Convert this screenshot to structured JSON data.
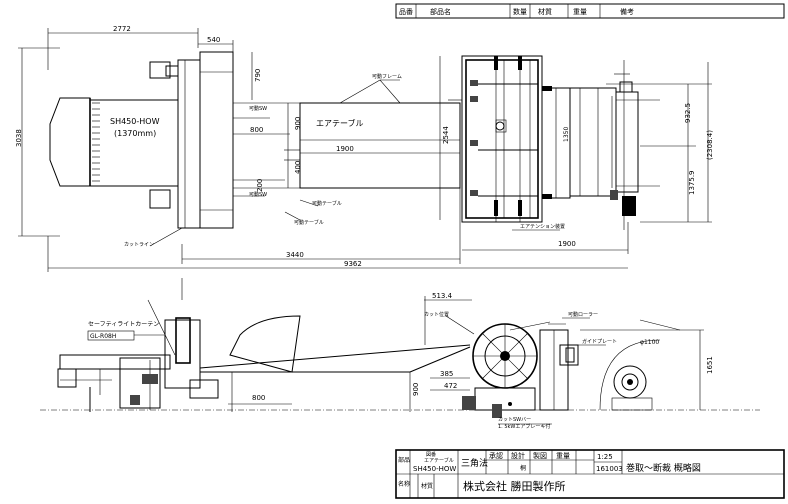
{
  "parts_header": {
    "code": "品番",
    "name": "部品名",
    "qty": "数量",
    "material": "材質",
    "weight": "重量",
    "remarks": "備考"
  },
  "top_view": {
    "dim_2772": "2772",
    "dim_540": "540",
    "dim_790": "790",
    "dim_800": "800",
    "dim_900": "900",
    "dim_400": "400",
    "dim_1900a": "1900",
    "dim_200": "200",
    "dim_3038": "3038",
    "dim_2544": "2544",
    "dim_1350": "1350",
    "dim_1900b": "1900",
    "dim_932_5": "932.5",
    "dim_2308": "(2308.4)",
    "dim_1375_9": "1375.9",
    "dim_3440": "3440",
    "dim_9362": "9362",
    "machine_name": "SH450-HOW",
    "machine_width": "(1370mm)",
    "air_table": "エアテーブル",
    "label_sw1": "可動SW",
    "label_sw2": "可動SW",
    "label_table1": "可動テーブル",
    "label_table2": "可動テーブル",
    "label_cut_line": "カットライン",
    "label_tension": "エアテンション装置",
    "label_frame": "可動フレーム"
  },
  "side_view": {
    "dim_513_4": "513.4",
    "dim_385": "385",
    "dim_472": "472",
    "dim_800": "800",
    "dim_900": "900",
    "dim_1651": "1651",
    "dim_1100": "φ1100",
    "curtain_label": "セーフティライトカーテン",
    "curtain_model": "GL-R08H",
    "label_cut_pos": "カット位置",
    "label_roller": "可動ローラー",
    "label_guide": "ガイドプレート",
    "label_cut_bar": "カットSWバー",
    "label_switch": "1. 5kWエアブレーキ付"
  },
  "title_block": {
    "drawing_label": "図番",
    "part_label": "部品",
    "name_label": "名称",
    "name_small": "エアテーブル",
    "name_main": "SH450-HOW",
    "projection": "三角法",
    "approved": "承認",
    "checked": "設計",
    "drawn": "製図",
    "weight_label": "重量",
    "scale": "1:25",
    "drawing_no": "161003",
    "material_label": "材質",
    "company": "株式会社 勝田製作所",
    "drawer_name": "桐",
    "title": "巻取〜断裁 概略図"
  }
}
